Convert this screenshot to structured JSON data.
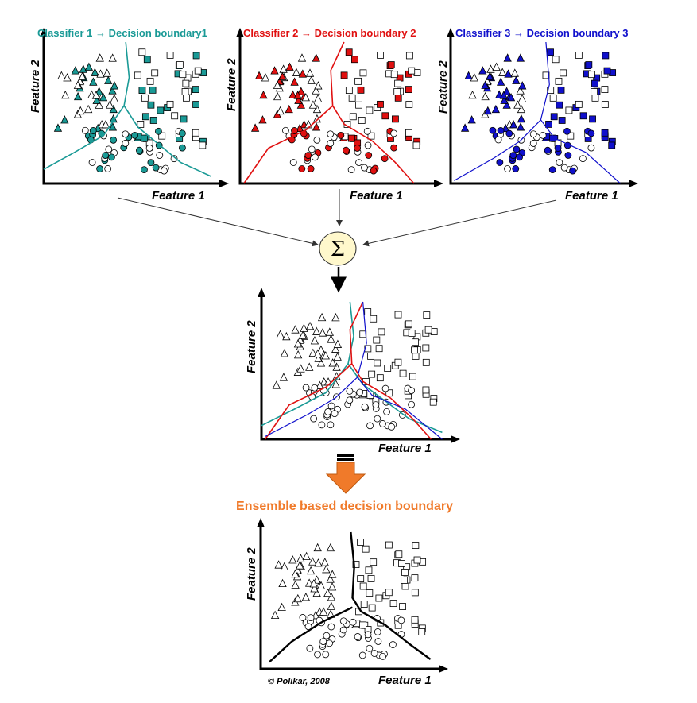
{
  "panels": [
    {
      "title": "Classifier 1 → Decision boundary1",
      "xlabel": "Feature 1",
      "ylabel": "Feature 2"
    },
    {
      "title": "Classifier 2 → Decision boundary 2",
      "xlabel": "Feature 1",
      "ylabel": "Feature 2"
    },
    {
      "title": "Classifier 3 → Decision boundary 3",
      "xlabel": "Feature 1",
      "ylabel": "Feature 2"
    },
    {
      "title": "",
      "xlabel": "Feature 1",
      "ylabel": "Feature 2"
    },
    {
      "title": "",
      "xlabel": "Feature 1",
      "ylabel": "Feature 2"
    }
  ],
  "sum_symbol": "Σ",
  "ensemble_label": "Ensemble based decision boundary",
  "copyright": "© Polikar, 2008",
  "colors": {
    "classifier1": "#1a9a96",
    "classifier2": "#e01010",
    "classifier3": "#1010cc",
    "ensemble_label": "#f07a2a",
    "arrow_orange": "#f07a2a",
    "sum_fill": "#fff8cc"
  },
  "markers": {
    "class_a": "triangle",
    "class_b": "square",
    "class_c": "circle"
  }
}
